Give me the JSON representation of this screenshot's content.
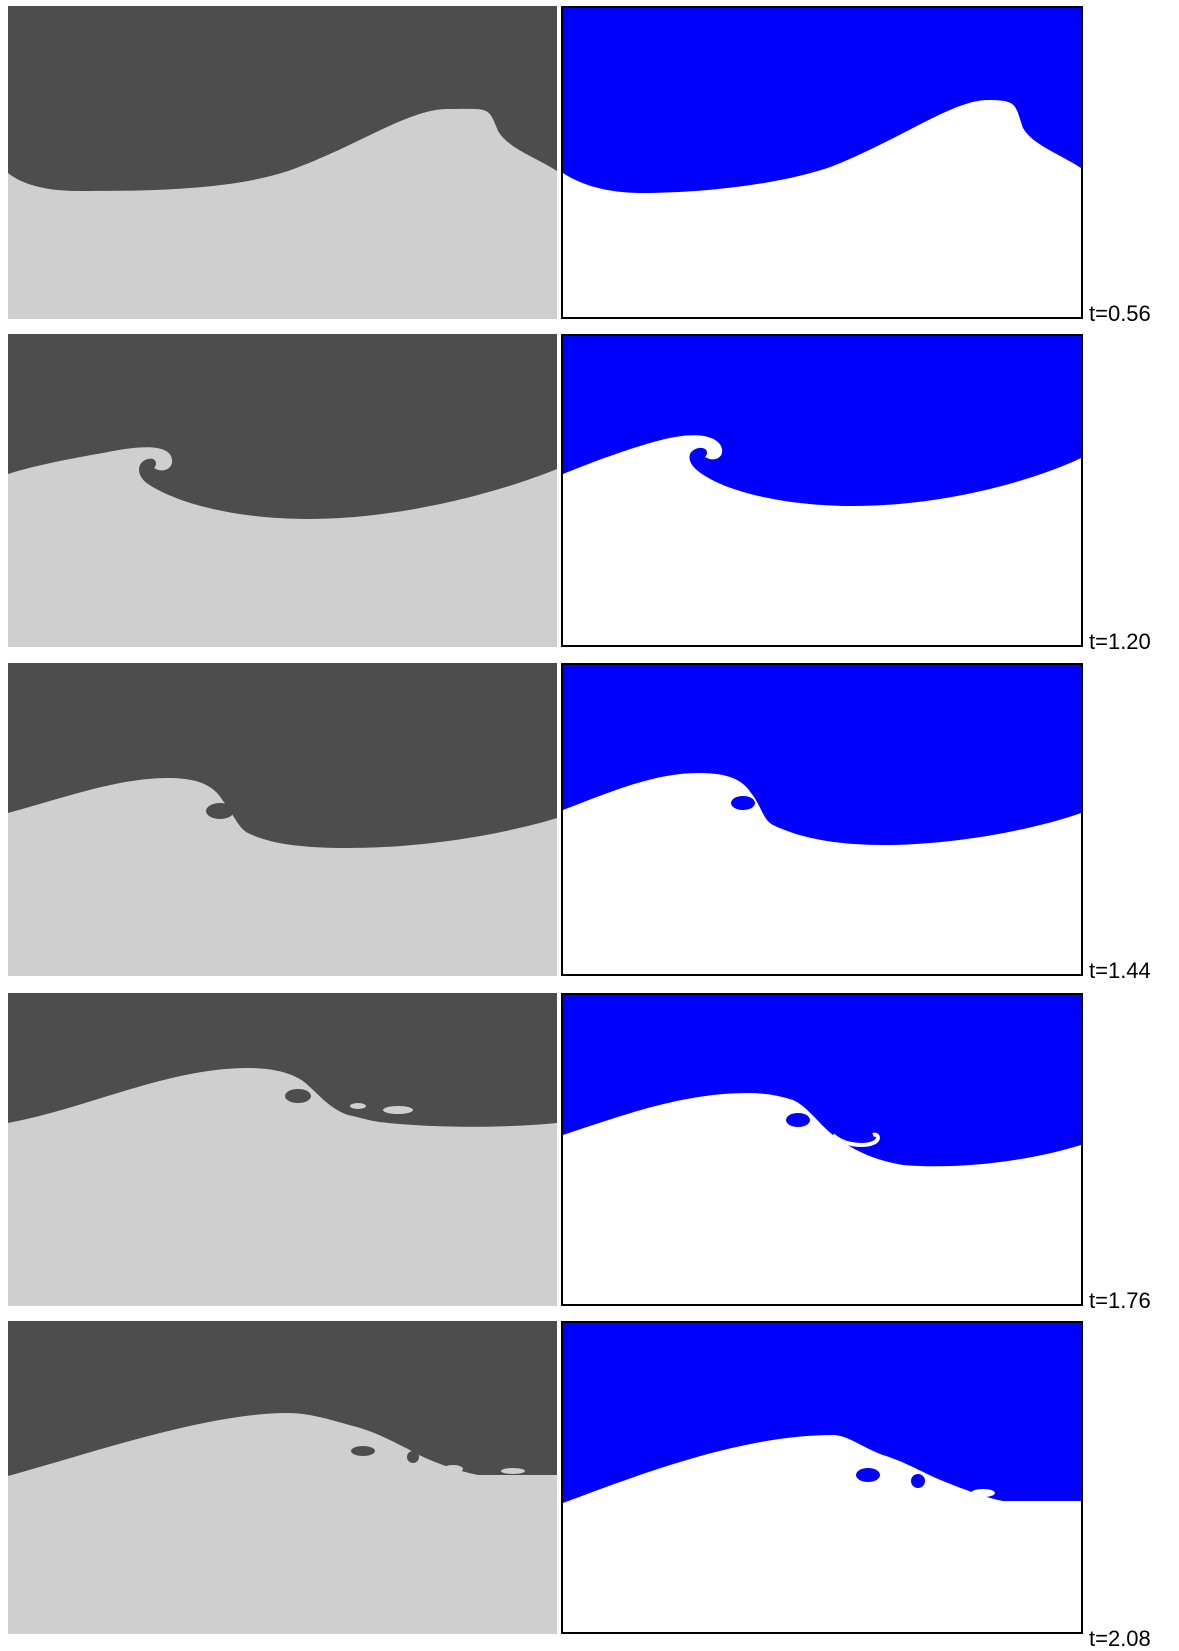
{
  "colors": {
    "left_upper_fluid": "#4d4d4d",
    "left_lower_fluid": "#cfcfcf",
    "right_upper_fluid": "#0000ff",
    "right_lower_fluid": "#ffffff",
    "frame": "#000000"
  },
  "panels": [
    {
      "time_label": "t=0.56"
    },
    {
      "time_label": "t=1.20"
    },
    {
      "time_label": "t=1.44"
    },
    {
      "time_label": "t=1.76"
    },
    {
      "time_label": "t=2.08"
    }
  ]
}
